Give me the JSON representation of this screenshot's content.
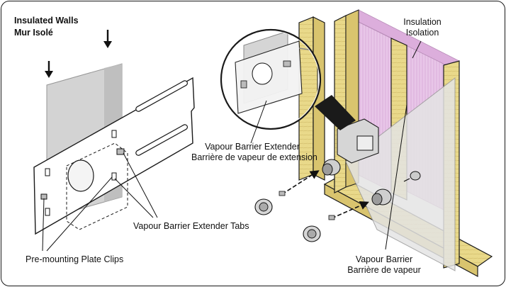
{
  "title": {
    "line1": "Insulated Walls",
    "line2": "Mur Isolé"
  },
  "labels": {
    "insulation": {
      "en": "Insulation",
      "fr": "Isolation"
    },
    "extender": {
      "en": "Vapour Barrier Extender",
      "fr": "Barrière de vapeur de extension"
    },
    "tabs": {
      "en": "Vapour Barrier Extender Tabs"
    },
    "clips": {
      "en": "Pre-mounting Plate Clips"
    },
    "barrier": {
      "en": "Vapour Barrier",
      "fr": "Barrière de vapeur"
    }
  },
  "colors": {
    "insulation": "#e6c8e6",
    "stud": "#e9d98a",
    "barrier": "#d8d8d8",
    "outline": "#1a1a1a"
  }
}
